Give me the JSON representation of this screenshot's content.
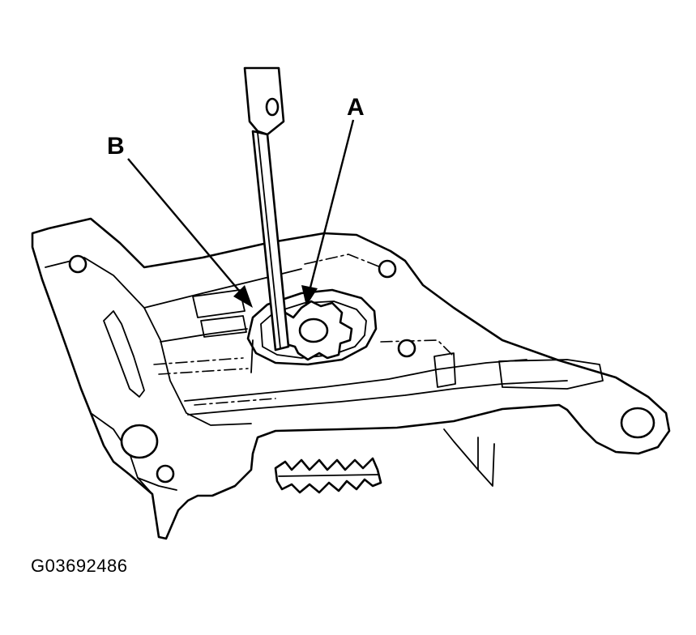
{
  "callouts": {
    "a": "A",
    "b": "B"
  },
  "figure_code": "G03692486",
  "colors": {
    "line": "#000000",
    "background": "#ffffff"
  }
}
